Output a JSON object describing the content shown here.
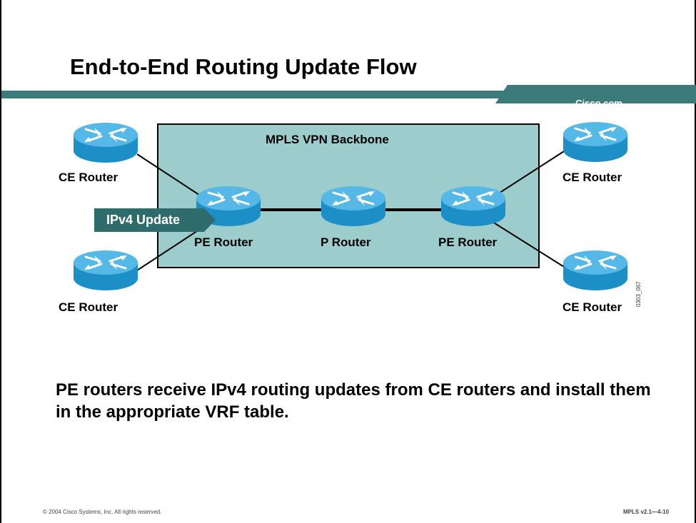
{
  "slide": {
    "title": "End-to-End Routing Update Flow",
    "brand": "Cisco.com",
    "body_text": "PE routers receive IPv4 routing updates from CE routers and install them in the appropriate VRF table.",
    "footer_left": "© 2004 Cisco Systems, Inc. All rights reserved.",
    "footer_right": "MPLS v2.1—4-10",
    "figure_code": "0303_067"
  },
  "diagram": {
    "backbone_label": "MPLS VPN Backbone",
    "update_tag": "IPv4 Update",
    "routers": {
      "ce_top_left": "CE Router",
      "ce_bottom_left": "CE Router",
      "pe_left": "PE Router",
      "p_center": "P Router",
      "pe_right": "PE Router",
      "ce_top_right": "CE Router",
      "ce_bottom_right": "CE Router"
    },
    "colors": {
      "backbone_fill": "#9ccccc",
      "accent_bar": "#3d7a7a",
      "router_body": "#1b8fc6",
      "router_top": "#56b8e6",
      "update_tag": "#2e6b6b"
    }
  }
}
